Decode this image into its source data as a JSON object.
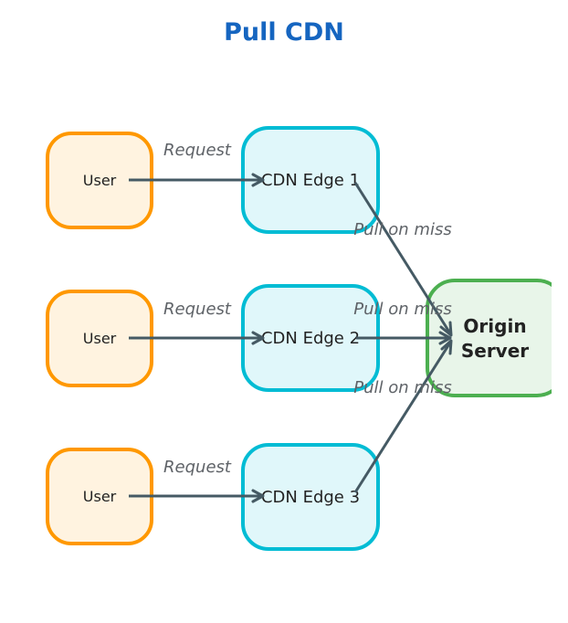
{
  "title": "Pull CDN",
  "nodes": {
    "user_label": "User",
    "edges": [
      "CDN Edge 1",
      "CDN Edge 2",
      "CDN Edge 3"
    ],
    "origin_line1": "Origin",
    "origin_line2": "Server"
  },
  "edge_labels": {
    "request": "Request",
    "pull_on_miss": "Pull on miss"
  },
  "colors": {
    "title": "#1565c0",
    "user_stroke": "#ff9800",
    "user_fill": "#fff3e0",
    "cdn_stroke": "#00bcd4",
    "cdn_fill": "#e0f7fa",
    "origin_stroke": "#4caf50",
    "origin_fill": "#e8f5e9",
    "arrow": "#455a64"
  }
}
